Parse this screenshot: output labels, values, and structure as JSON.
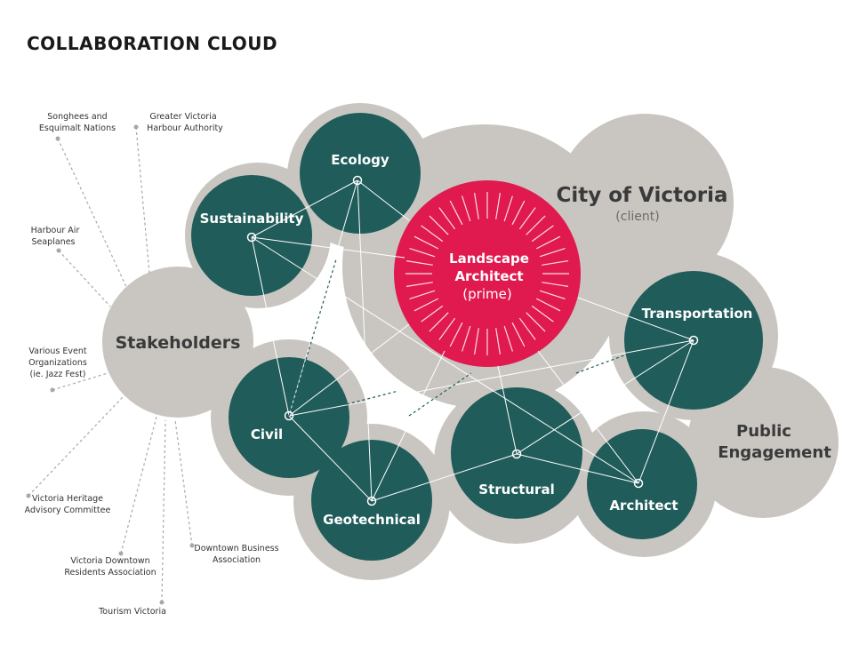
{
  "title": "COLLABORATION CLOUD",
  "colors": {
    "cloud": "#c9c6c1",
    "team": "#1f5c5a",
    "prime": "#e01a4f",
    "line": "#ffffff"
  },
  "clouds": {
    "city": {
      "name": "City of Victoria",
      "sub": "(client)"
    },
    "stakeholders": {
      "name": "Stakeholders"
    },
    "public": {
      "name_line1": "Public",
      "name_line2": "Engagement"
    }
  },
  "prime": {
    "line1": "Landscape",
    "line2": "Architect",
    "line3": "(prime)"
  },
  "teams": {
    "ecology": "Ecology",
    "sustainability": "Sustainability",
    "transportation": "Transportation",
    "civil": "Civil",
    "geotechnical": "Geotechnical",
    "structural": "Structural",
    "architect": "Architect"
  },
  "stakeholders": [
    {
      "id": "songhees",
      "lines": [
        "Songhees and",
        "Esquimalt Nations"
      ]
    },
    {
      "id": "harbour-authority",
      "lines": [
        "Greater Victoria",
        "Harbour Authority"
      ]
    },
    {
      "id": "harbour-air",
      "lines": [
        "Harbour Air",
        "Seaplanes"
      ]
    },
    {
      "id": "event-orgs",
      "lines": [
        "Various Event",
        "Organizations",
        "(ie. Jazz Fest)"
      ]
    },
    {
      "id": "heritage",
      "lines": [
        "Victoria Heritage",
        "Advisory Committee"
      ]
    },
    {
      "id": "residents",
      "lines": [
        "Victoria Downtown",
        "Residents Association"
      ]
    },
    {
      "id": "downtown-business",
      "lines": [
        "Downtown Business",
        "Association"
      ]
    },
    {
      "id": "tourism",
      "lines": [
        "Tourism Victoria"
      ]
    }
  ]
}
